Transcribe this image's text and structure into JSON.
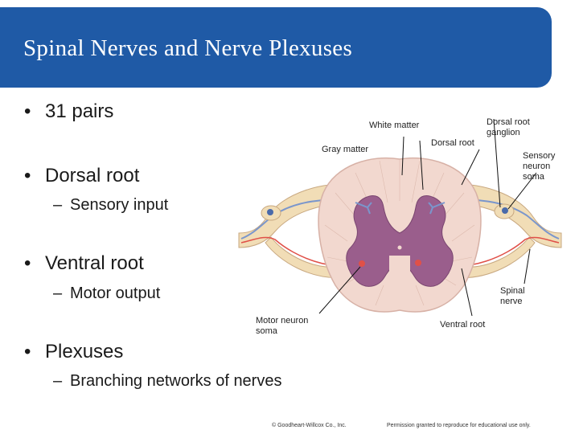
{
  "slide": {
    "title": "Spinal Nerves and Nerve Plexuses",
    "bullets": [
      {
        "text": "31 pairs"
      },
      {
        "text": "Dorsal root",
        "sub": "Sensory input"
      },
      {
        "text": "Ventral root",
        "sub": "Motor output"
      },
      {
        "text": "Plexuses",
        "sub": "Branching networks of nerves"
      }
    ],
    "bullet_glyph": "•",
    "sub_glyph": "–"
  },
  "diagram": {
    "labels": {
      "white_matter": "White matter",
      "gray_matter": "Gray matter",
      "dorsal_root": "Dorsal root",
      "dorsal_root_ganglion": "Dorsal root\nganglion",
      "sensory_neuron_soma": "Sensory\nneuron\nsoma",
      "spinal_nerve": "Spinal\nnerve",
      "ventral_root": "Ventral root",
      "motor_neuron_soma": "Motor neuron\nsoma"
    },
    "colors": {
      "white_matter": "#f2d8cf",
      "gray_matter": "#9a5e8c",
      "nerve_tan": "#f1ddb6",
      "sensory_blue": "#7a96cc",
      "motor_red": "#e05048"
    }
  },
  "footer": {
    "copyright": "© Goodheart-Willcox Co., Inc.",
    "permission": "Permission granted to reproduce for educational use only."
  }
}
